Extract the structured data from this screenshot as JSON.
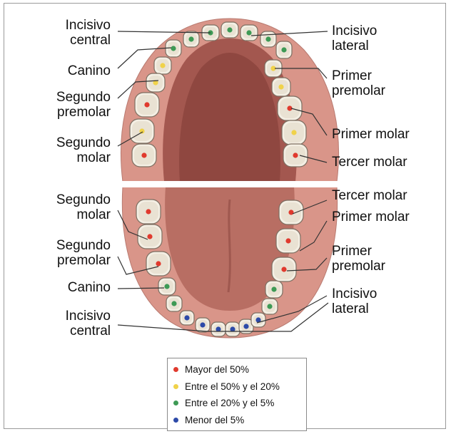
{
  "colors": {
    "red": "#e03a2e",
    "yellow": "#f0d24a",
    "green": "#3e9a55",
    "blue": "#2d4aa8",
    "gum": "#d99589",
    "tongue": "#b86e63"
  },
  "labels": {
    "upper_left": {
      "incisivo_central": "Incisivo\ncentral",
      "canino": "Canino",
      "segundo_premolar": "Segundo\npremolar",
      "segundo_molar": "Segundo\nmolar"
    },
    "upper_right": {
      "incisivo_lateral": "Incisivo\nlateral",
      "primer_premolar": "Primer\npremolar",
      "primer_molar": "Primer molar",
      "tercer_molar": "Tercer molar"
    },
    "lower_left": {
      "segundo_molar": "Segundo\nmolar",
      "segundo_premolar": "Segundo\npremolar",
      "canino": "Canino",
      "incisivo_central": "Incisivo\ncentral"
    },
    "lower_right": {
      "tercer_molar": "Tercer molar",
      "primer_molar": "Primer molar",
      "primer_premolar": "Primer\npremolar",
      "incisivo_lateral": "Incisivo\nlateral"
    }
  },
  "legend": [
    {
      "label": "Mayor del 50%",
      "color": "#e03a2e"
    },
    {
      "label": "Entre el 50% y el 20%",
      "color": "#f0d24a"
    },
    {
      "label": "Entre el 20% y el 5%",
      "color": "#3e9a55"
    },
    {
      "label": "Menor del 5%",
      "color": "#2d4aa8"
    }
  ]
}
